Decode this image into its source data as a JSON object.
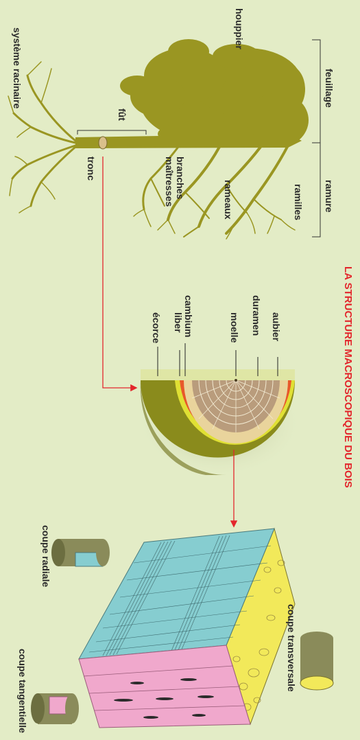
{
  "title": "LA STRUCTURE MACROSCOPIQUE DU BOIS",
  "tree_labels": {
    "houppier": "houppier",
    "feuillage": "feuillage",
    "ramure": "ramure",
    "ramilles": "ramilles",
    "rameaux": "rameaux",
    "branches": "branches",
    "maitresses": "maîtresses",
    "fut": "fût",
    "tronc": "tronc",
    "racines": "système racinaire"
  },
  "trunk_labels": {
    "aubier": "aubier",
    "duramen": "duramen",
    "moelle": "moelle",
    "cambium": "cambium",
    "liber": "liber",
    "ecorce": "écorce"
  },
  "block_labels": {
    "transversale": "coupe transversale",
    "radiale": "coupe radiale",
    "tangentielle": "coupe tangentielle"
  },
  "colors": {
    "background": "#e3ecc6",
    "tree": "#9a9622",
    "bark": "#8a8b1c",
    "sapwood": "#e9d49c",
    "heartwood": "#b99c7c",
    "cambium": "#e8582a",
    "liber": "#e0e034",
    "radial_face": "#86cdd0",
    "tangential_face": "#f0a8cc",
    "cross_face": "#f2e95a",
    "arrow": "#e3262c"
  }
}
